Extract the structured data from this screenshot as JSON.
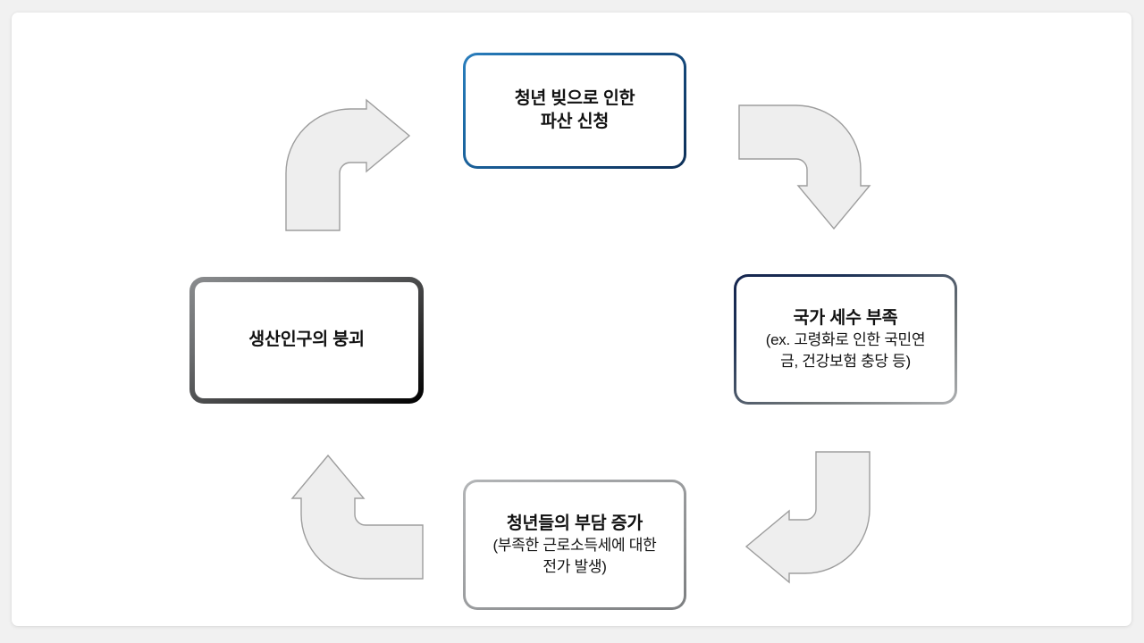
{
  "slide": {
    "background_color": "#f1f1f1",
    "canvas_color": "#ffffff",
    "type": "cycle-diagram",
    "title": ""
  },
  "diagram": {
    "kind": "four-stage-vicious-cycle",
    "nodes": [
      {
        "id": "debt",
        "position": "top-center",
        "title": "청년 빚으로 인한",
        "title_line2": "파산 신청",
        "subtitle": "",
        "border_color": "#17538a",
        "border_style": "gradient-blue"
      },
      {
        "id": "tax",
        "position": "right",
        "title": "국가 세수 부족",
        "subtitle_line1": "(ex. 고령화로 인한 국민연",
        "subtitle_line2": "금, 건강보험 충당 등)",
        "border_color": "#15254f",
        "border_style": "gradient-navy-gray"
      },
      {
        "id": "burden",
        "position": "bottom-center",
        "title": "청년들의 부담 증가",
        "subtitle_line1": "(부족한 근로소득세에 대한",
        "subtitle_line2": "전가 발생)",
        "border_color": "#9d9fa1",
        "border_style": "gray"
      },
      {
        "id": "collapse",
        "position": "left",
        "title": "생산인구의 붕괴",
        "subtitle": "",
        "border_color": "#000000",
        "border_style": "gradient-gray-black"
      }
    ],
    "arrows": [
      {
        "id": "top-right",
        "name": "arrow-debt-to-tax",
        "direction": "down",
        "from": "debt",
        "to": "tax"
      },
      {
        "id": "bottom-right",
        "name": "arrow-tax-to-burden",
        "direction": "left",
        "from": "tax",
        "to": "burden"
      },
      {
        "id": "bottom-left",
        "name": "arrow-burden-to-collapse",
        "direction": "up",
        "from": "burden",
        "to": "collapse"
      },
      {
        "id": "top-left",
        "name": "arrow-collapse-to-debt",
        "direction": "right",
        "from": "collapse",
        "to": "debt"
      }
    ],
    "arrow_fill": "#eeeeee",
    "arrow_stroke": "#9d9d9d"
  }
}
